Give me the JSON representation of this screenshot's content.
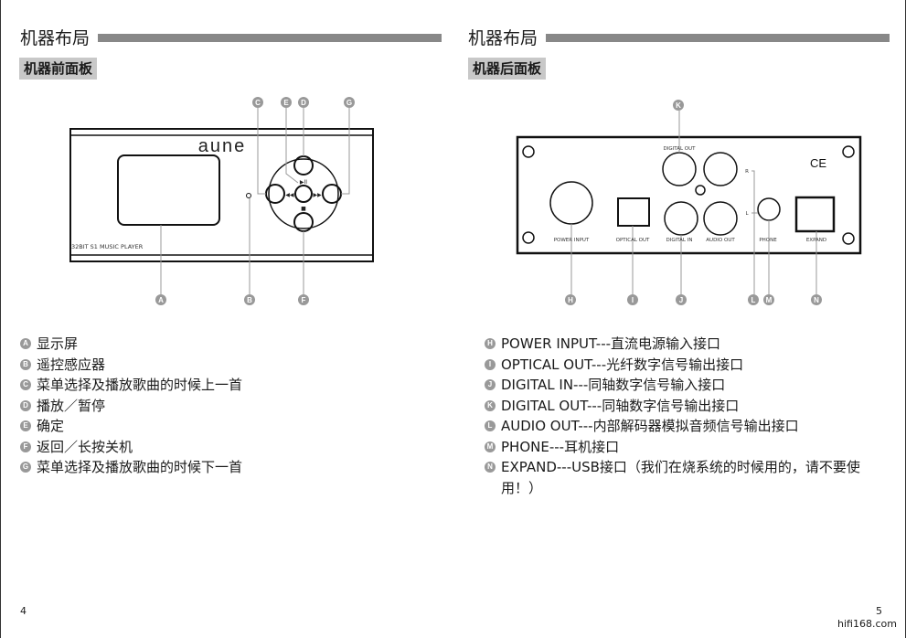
{
  "left": {
    "title": "机器布局",
    "subtitle": "机器前面板",
    "diagram": {
      "logo": "aune",
      "model": "32BIT S1 MUSIC PLAYER",
      "callouts": [
        "A",
        "B",
        "C",
        "D",
        "E",
        "F",
        "G"
      ]
    },
    "items": [
      {
        "key": "A",
        "text": "显示屏"
      },
      {
        "key": "B",
        "text": "遥控感应器"
      },
      {
        "key": "C",
        "text": "菜单选择及播放歌曲的时候上一首"
      },
      {
        "key": "D",
        "text": "播放／暂停"
      },
      {
        "key": "E",
        "text": "确定"
      },
      {
        "key": "F",
        "text": "返回／长按关机"
      },
      {
        "key": "G",
        "text": "菜单选择及播放歌曲的时候下一首"
      }
    ],
    "page_number": "4"
  },
  "right": {
    "title": "机器布局",
    "subtitle": "机器后面板",
    "diagram": {
      "digital_out": "DIGITAL OUT",
      "power_input": "POWER INPUT",
      "optical_out": "OPTICAL OUT",
      "digital_in": "DIGITAL IN",
      "audio_out": "AUDIO OUT",
      "phone": "PHONE",
      "expand": "EXPAND",
      "r": "R",
      "l": "L",
      "ce": "CE",
      "callouts": [
        "H",
        "I",
        "J",
        "K",
        "L",
        "M",
        "N"
      ]
    },
    "items": [
      {
        "key": "H",
        "text": "POWER INPUT---直流电源输入接口"
      },
      {
        "key": "I",
        "text": "OPTICAL OUT---光纤数字信号输出接口"
      },
      {
        "key": "J",
        "text": "DIGITAL IN---同轴数字信号输入接口"
      },
      {
        "key": "K",
        "text": "DIGITAL OUT---同轴数字信号输出接口"
      },
      {
        "key": "L",
        "text": "AUDIO OUT---内部解码器模拟音频信号输出接口"
      },
      {
        "key": "M",
        "text": "PHONE---耳机接口"
      },
      {
        "key": "N",
        "text": "EXPAND---USB接口（我们在烧系统的时候用的，请不要使用！）"
      }
    ],
    "page_number": "5"
  },
  "watermark": "hifi168.com"
}
